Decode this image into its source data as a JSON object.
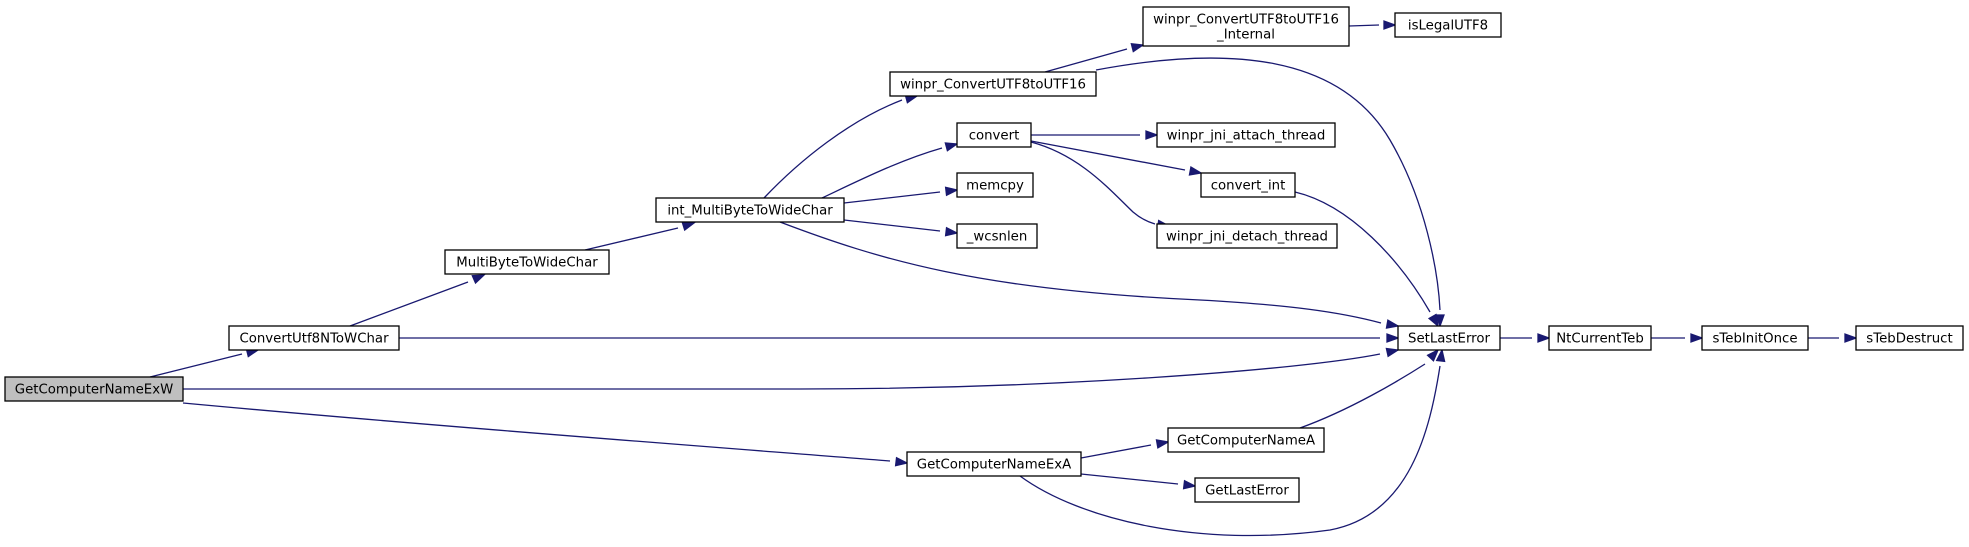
{
  "graph": {
    "colors": {
      "edge": "#191970",
      "root_fill": "#bfbfbf",
      "node_fill": "#ffffff",
      "node_stroke": "#000000"
    },
    "nodes": [
      {
        "id": "GetComputerNameExW",
        "label": [
          "GetComputerNameExW"
        ],
        "root": true
      },
      {
        "id": "ConvertUtf8NToWChar",
        "label": [
          "ConvertUtf8NToWChar"
        ]
      },
      {
        "id": "MultiByteToWideChar",
        "label": [
          "MultiByteToWideChar"
        ]
      },
      {
        "id": "int_MultiByteToWideChar",
        "label": [
          "int_MultiByteToWideChar"
        ]
      },
      {
        "id": "winpr_ConvertUTF8toUTF16",
        "label": [
          "winpr_ConvertUTF8toUTF16"
        ]
      },
      {
        "id": "winpr_ConvertUTF8toUTF16_Internal",
        "label": [
          "winpr_ConvertUTF8toUTF16",
          "_Internal"
        ]
      },
      {
        "id": "isLegalUTF8",
        "label": [
          "isLegalUTF8"
        ]
      },
      {
        "id": "convert",
        "label": [
          "convert"
        ]
      },
      {
        "id": "winpr_jni_attach_thread",
        "label": [
          "winpr_jni_attach_thread"
        ]
      },
      {
        "id": "convert_int",
        "label": [
          "convert_int"
        ]
      },
      {
        "id": "winpr_jni_detach_thread",
        "label": [
          "winpr_jni_detach_thread"
        ]
      },
      {
        "id": "memcpy",
        "label": [
          "memcpy"
        ]
      },
      {
        "id": "_wcsnlen",
        "label": [
          "_wcsnlen"
        ]
      },
      {
        "id": "SetLastError",
        "label": [
          "SetLastError"
        ]
      },
      {
        "id": "NtCurrentTeb",
        "label": [
          "NtCurrentTeb"
        ]
      },
      {
        "id": "sTebInitOnce",
        "label": [
          "sTebInitOnce"
        ]
      },
      {
        "id": "sTebDestruct",
        "label": [
          "sTebDestruct"
        ]
      },
      {
        "id": "GetComputerNameExA",
        "label": [
          "GetComputerNameExA"
        ]
      },
      {
        "id": "GetComputerNameA",
        "label": [
          "GetComputerNameA"
        ]
      },
      {
        "id": "GetLastError",
        "label": [
          "GetLastError"
        ]
      }
    ],
    "edges": [
      {
        "from": "GetComputerNameExW",
        "to": "ConvertUtf8NToWChar"
      },
      {
        "from": "GetComputerNameExW",
        "to": "SetLastError"
      },
      {
        "from": "GetComputerNameExW",
        "to": "GetComputerNameExA"
      },
      {
        "from": "ConvertUtf8NToWChar",
        "to": "MultiByteToWideChar"
      },
      {
        "from": "ConvertUtf8NToWChar",
        "to": "SetLastError"
      },
      {
        "from": "MultiByteToWideChar",
        "to": "int_MultiByteToWideChar"
      },
      {
        "from": "int_MultiByteToWideChar",
        "to": "winpr_ConvertUTF8toUTF16"
      },
      {
        "from": "int_MultiByteToWideChar",
        "to": "convert"
      },
      {
        "from": "int_MultiByteToWideChar",
        "to": "memcpy"
      },
      {
        "from": "int_MultiByteToWideChar",
        "to": "_wcsnlen"
      },
      {
        "from": "int_MultiByteToWideChar",
        "to": "SetLastError"
      },
      {
        "from": "winpr_ConvertUTF8toUTF16",
        "to": "winpr_ConvertUTF8toUTF16_Internal"
      },
      {
        "from": "winpr_ConvertUTF8toUTF16",
        "to": "SetLastError"
      },
      {
        "from": "winpr_ConvertUTF8toUTF16_Internal",
        "to": "isLegalUTF8"
      },
      {
        "from": "convert",
        "to": "winpr_jni_attach_thread"
      },
      {
        "from": "convert",
        "to": "convert_int"
      },
      {
        "from": "convert",
        "to": "winpr_jni_detach_thread"
      },
      {
        "from": "convert_int",
        "to": "SetLastError"
      },
      {
        "from": "SetLastError",
        "to": "NtCurrentTeb"
      },
      {
        "from": "NtCurrentTeb",
        "to": "sTebInitOnce"
      },
      {
        "from": "sTebInitOnce",
        "to": "sTebDestruct"
      },
      {
        "from": "GetComputerNameExA",
        "to": "GetComputerNameA"
      },
      {
        "from": "GetComputerNameExA",
        "to": "GetLastError"
      },
      {
        "from": "GetComputerNameExA",
        "to": "SetLastError"
      },
      {
        "from": "GetComputerNameA",
        "to": "SetLastError"
      }
    ]
  }
}
